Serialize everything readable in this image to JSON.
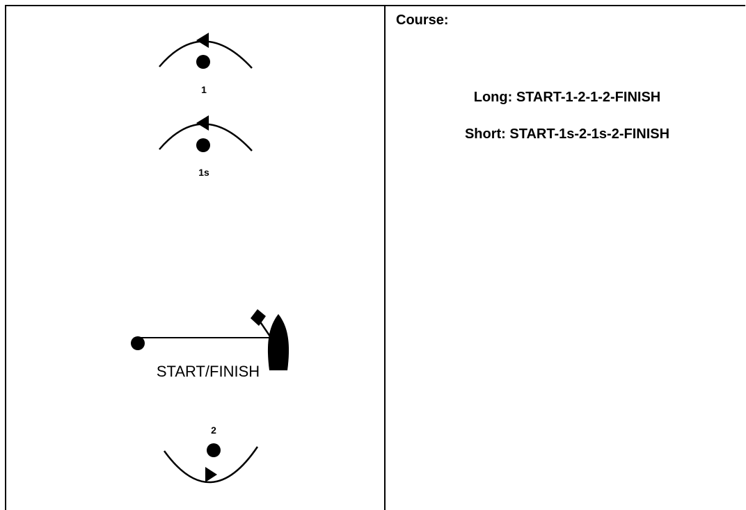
{
  "diagram": {
    "marks": [
      {
        "label": "1",
        "rounding": "port"
      },
      {
        "label": "1s",
        "rounding": "port"
      },
      {
        "label": "2",
        "rounding": "port"
      }
    ],
    "start_finish_label": "START/FINISH"
  },
  "course": {
    "title": "Course:",
    "long": "Long: START-1-2-1-2-FINISH",
    "short": "Short: START-1s-2-1s-2-FINISH"
  }
}
